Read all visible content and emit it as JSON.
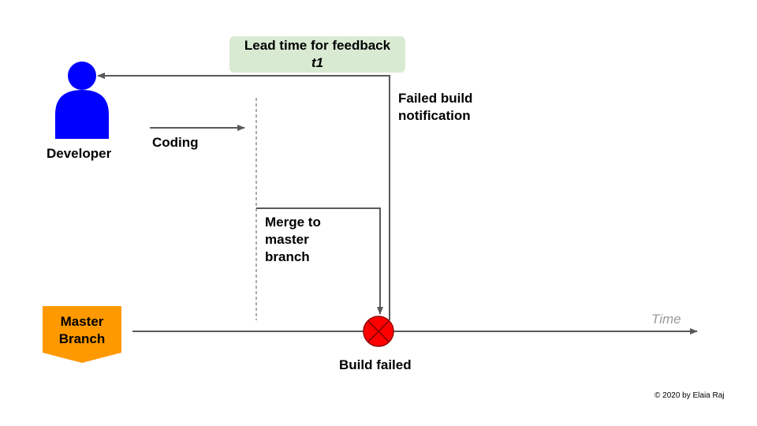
{
  "lead_time": {
    "line1": "Lead time for feedback",
    "line2": "t1"
  },
  "developer": {
    "label": "Developer"
  },
  "coding": {
    "label": "Coding"
  },
  "failed_notification": {
    "line1": "Failed build",
    "line2": "notification"
  },
  "merge": {
    "line1": "Merge to",
    "line2": "master",
    "line3": "branch"
  },
  "master_branch": {
    "line1": "Master",
    "line2": "Branch"
  },
  "build_failed": {
    "label": "Build failed"
  },
  "time_axis": {
    "label": "Time"
  },
  "copyright": "© 2020 by Elaia Raj",
  "colors": {
    "developer": "#0000ff",
    "branch": "#ff9900",
    "failed_node": "#ff0000",
    "lead_box": "#d9ead3",
    "lines": "#595959",
    "time_label": "#999999"
  }
}
